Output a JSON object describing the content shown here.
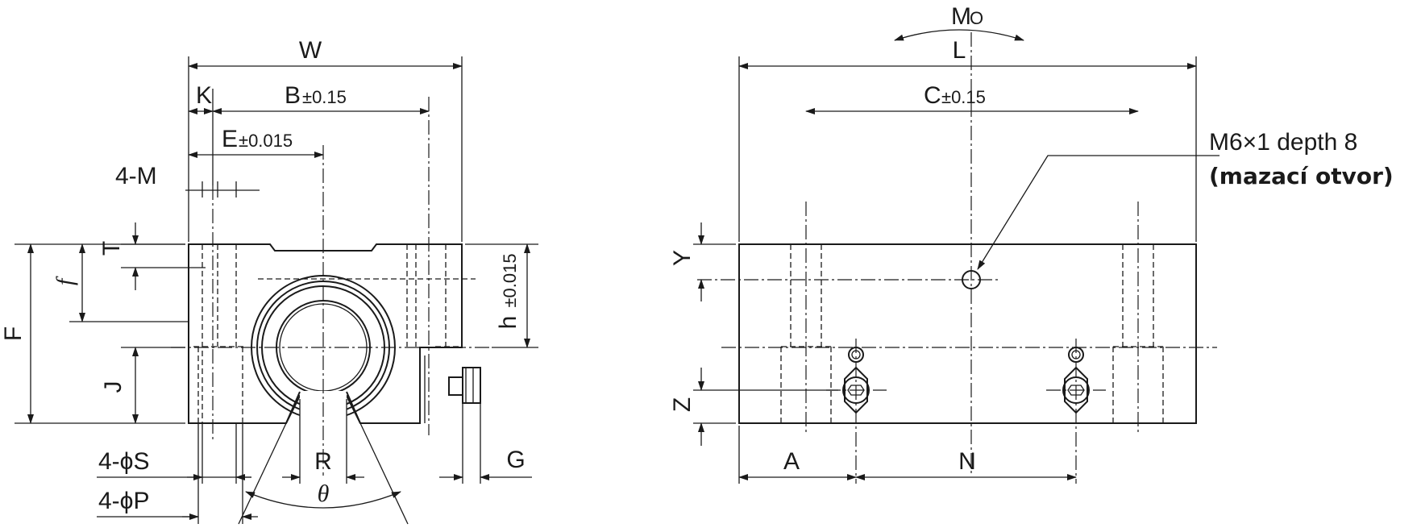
{
  "front_view": {
    "labels": {
      "W": "W",
      "K": "K",
      "B": "B",
      "B_tol": "±0.15",
      "E": "E",
      "E_tol": "±0.015",
      "M": "4-M",
      "T": "T",
      "f": "f",
      "F": "F",
      "J": "J",
      "h": "h",
      "h_tol": "±0.015",
      "S": "4-ϕS",
      "P": "4-ϕP",
      "R": "R",
      "theta": "θ",
      "G": "G"
    }
  },
  "side_view": {
    "labels": {
      "Mo": "M",
      "Mo_sub": "O",
      "L": "L",
      "C": "C",
      "C_tol": "±0.15",
      "Y": "Y",
      "Z": "Z",
      "A": "A",
      "N": "N"
    },
    "note_line1": "M6×1 depth 8",
    "note_line2": "(mazací otvor)"
  }
}
